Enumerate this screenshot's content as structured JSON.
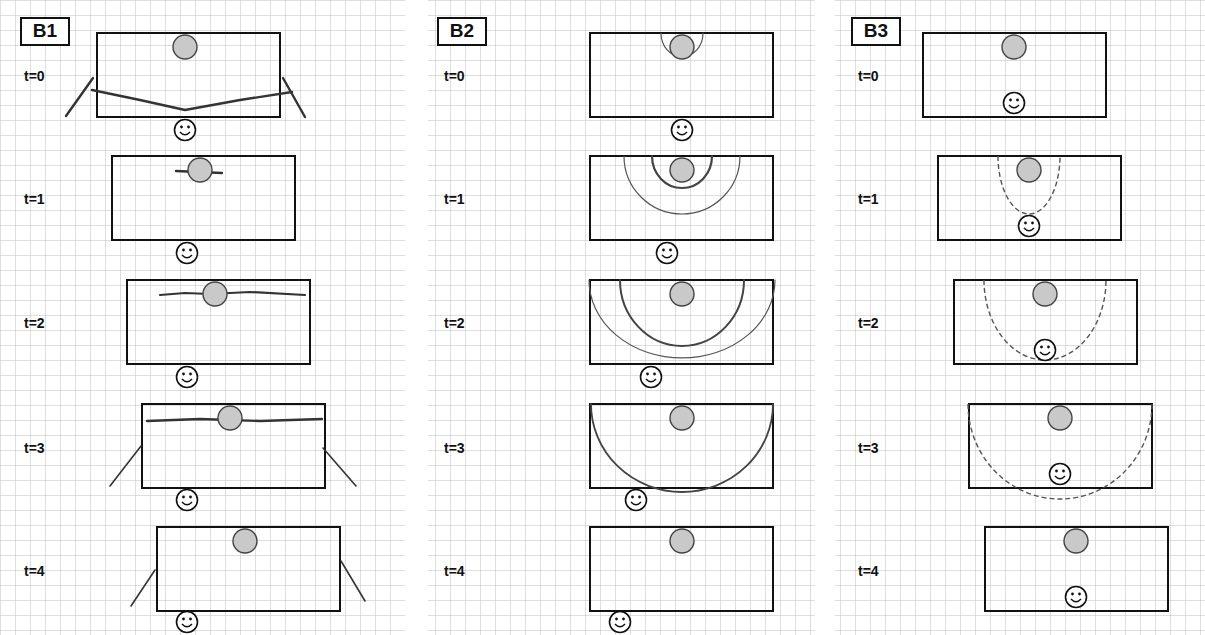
{
  "diagram": {
    "nodes": [
      {
        "text": [
          "B1"
        ]
      },
      {
        "text": [
          "B2"
        ]
      },
      {
        "text": [
          "B3"
        ]
      }
    ],
    "labels": [
      "t=0",
      "t=1",
      "t=2",
      "t=3",
      "t=4",
      "t=0",
      "t=1",
      "t=2",
      "t=3",
      "t=4",
      "t=0",
      "t=1",
      "t=2",
      "t=3",
      "t=4"
    ]
  }
}
